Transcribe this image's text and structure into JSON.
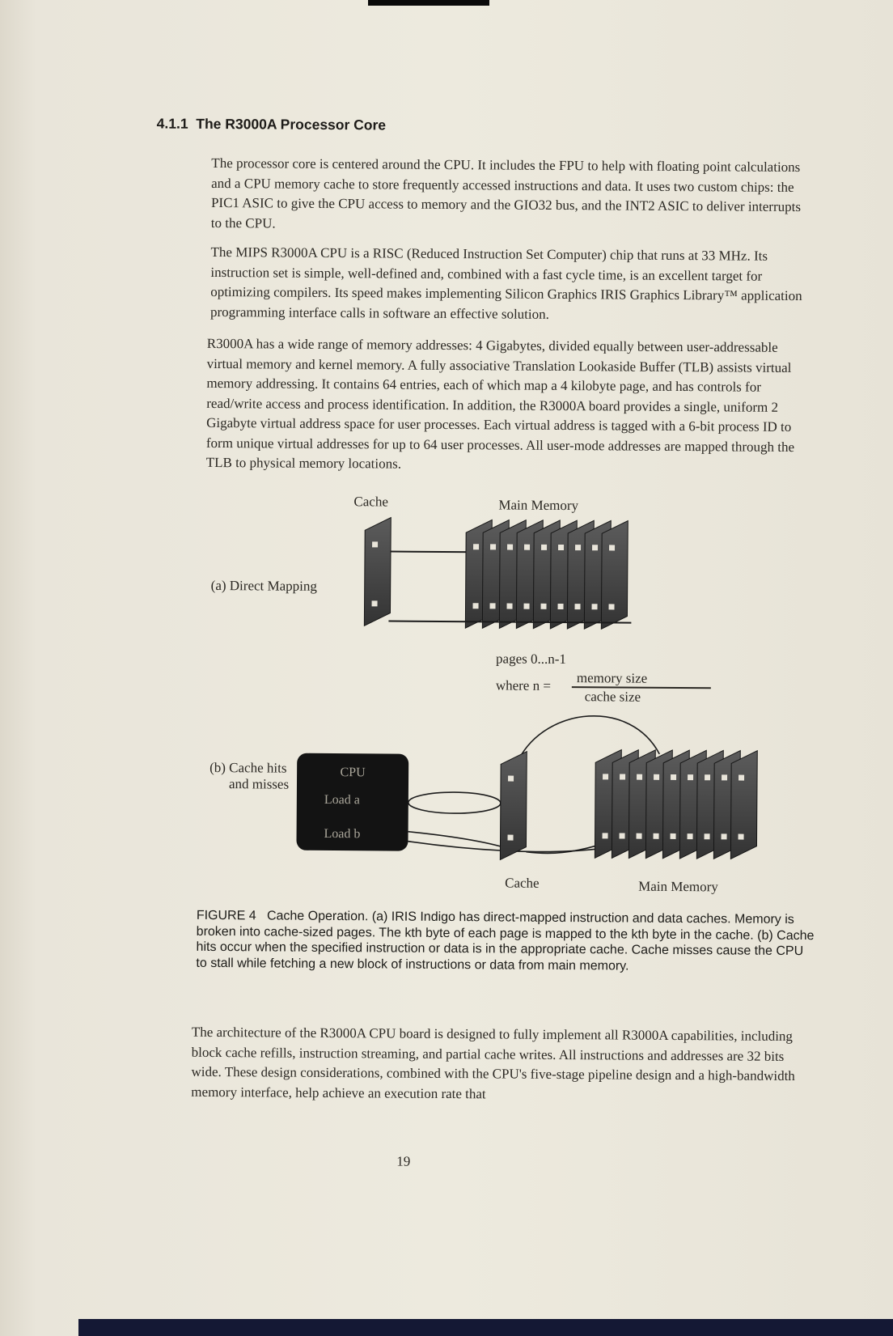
{
  "page": {
    "number": "19"
  },
  "content": {
    "heading": "4.1.1  The R3000A Processor Core",
    "paragraphs": [
      "The processor core is centered around the CPU. It includes the FPU to help with floating point calculations and a CPU memory cache to store frequently accessed instructions and data. It uses two custom chips: the PIC1 ASIC to give the CPU access to memory and the GIO32 bus, and the INT2 ASIC to deliver interrupts to the CPU.",
      "The MIPS R3000A CPU is a RISC (Reduced Instruction Set Computer) chip that runs at 33 MHz. Its instruction set is simple, well-defined and, combined with a fast cycle time, is an excellent target for optimizing compilers. Its speed makes implementing Silicon Graphics IRIS Graphics Library™ application programming interface calls in software an effective solution.",
      "R3000A has a wide range of memory addresses: 4 Gigabytes, divided equally between user-addressable virtual memory and kernel memory. A fully associative Translation Lookaside Buffer (TLB) assists virtual memory addressing. It contains 64 entries, each of which map a 4 kilobyte page, and has controls for read/write access and process identification. In addition, the R3000A board provides a single, uniform 2 Gigabyte virtual address space for user processes. Each virtual address is tagged with a 6-bit process ID to form unique virtual addresses for up to 64 user processes. All user-mode addresses are mapped through the TLB to physical memory locations.",
      "The architecture of the R3000A CPU board is designed to fully implement all R3000A capabilities, including block cache refills, instruction streaming, and partial cache writes. All instructions and addresses are 32 bits wide. These design considerations, combined with the CPU's five-stage pipeline design and a high-bandwidth memory interface, help achieve an execution rate that"
    ]
  },
  "figure": {
    "label_cache_top": "Cache",
    "label_main_memory_top": "Main Memory",
    "label_a": "(a) Direct Mapping",
    "label_pages": "pages 0...n-1",
    "label_where": "where n =",
    "fraction_numerator": "memory size",
    "fraction_denominator": "cache size",
    "label_b": "(b) Cache hits and misses",
    "cpu_title": "CPU",
    "cpu_load_a": "Load a",
    "cpu_load_b": "Load b",
    "label_cache_bottom": "Cache",
    "label_main_memory_bottom": "Main Memory",
    "caption": "FIGURE 4   Cache Operation. (a) IRIS Indigo has direct-mapped instruction and data caches. Memory is broken into cache-sized pages. The kth byte of each page is mapped to the kth byte in the cache. (b) Cache hits occur when the specified instruction or data is in the appropriate cache. Cache misses cause the CPU to stall while fetching a new block of instructions or data from main memory."
  }
}
